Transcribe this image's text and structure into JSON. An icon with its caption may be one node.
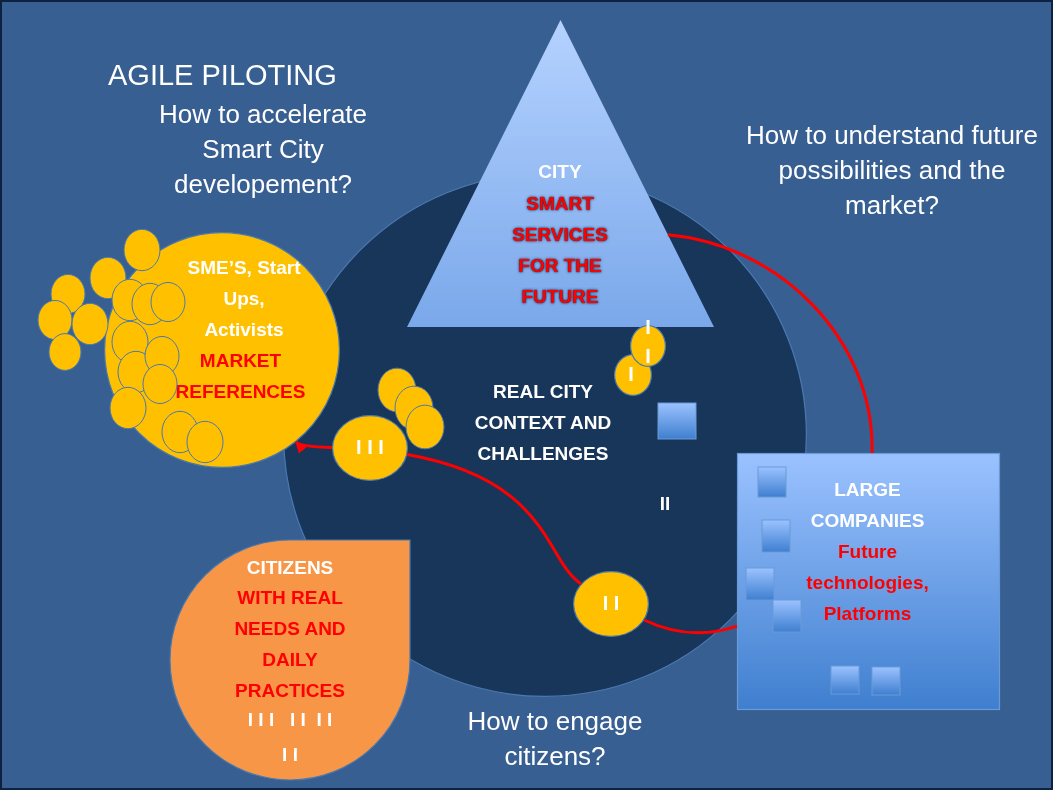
{
  "diagram": {
    "title": "AGILE PILOTING",
    "nodes": [
      {
        "text": [
          "CITY",
          "SMART SERVICES FOR THE FUTURE"
        ]
      },
      {
        "text": [
          "SME’S, Start Ups, Activists",
          "MARKET REFERENCES"
        ]
      },
      {
        "text": [
          "REAL CITY CONTEXT AND CHALLENGES",
          "II"
        ]
      },
      {
        "text": [
          "I",
          "I"
        ],
        "in": 2
      },
      {
        "text": [
          "I"
        ],
        "in": 2
      },
      {
        "text": [
          "I I I"
        ],
        "in": 2
      },
      {
        "text": [
          "I I"
        ],
        "in": 2
      },
      {
        "text": [
          "LARGE COMPANIES",
          "Future technologies, Platforms"
        ]
      },
      {
        "text": [
          "CITIZENS",
          "WITH REAL NEEDS AND DAILY PRACTICES",
          "I I I   I I  I I",
          "I I"
        ]
      }
    ],
    "edges": [
      {
        "from": 0,
        "to": 7,
        "arrow": "none"
      },
      {
        "from": 7,
        "to": 6,
        "arrow": "none"
      },
      {
        "from": 6,
        "to": 5,
        "arrow": "none"
      },
      {
        "from": 5,
        "to": 1,
        "arrow": "to"
      }
    ],
    "labels": [
      "How to accelerate Smart City developement?",
      "How to understand future possibilities and the market?",
      "How to engage citizens?"
    ]
  }
}
